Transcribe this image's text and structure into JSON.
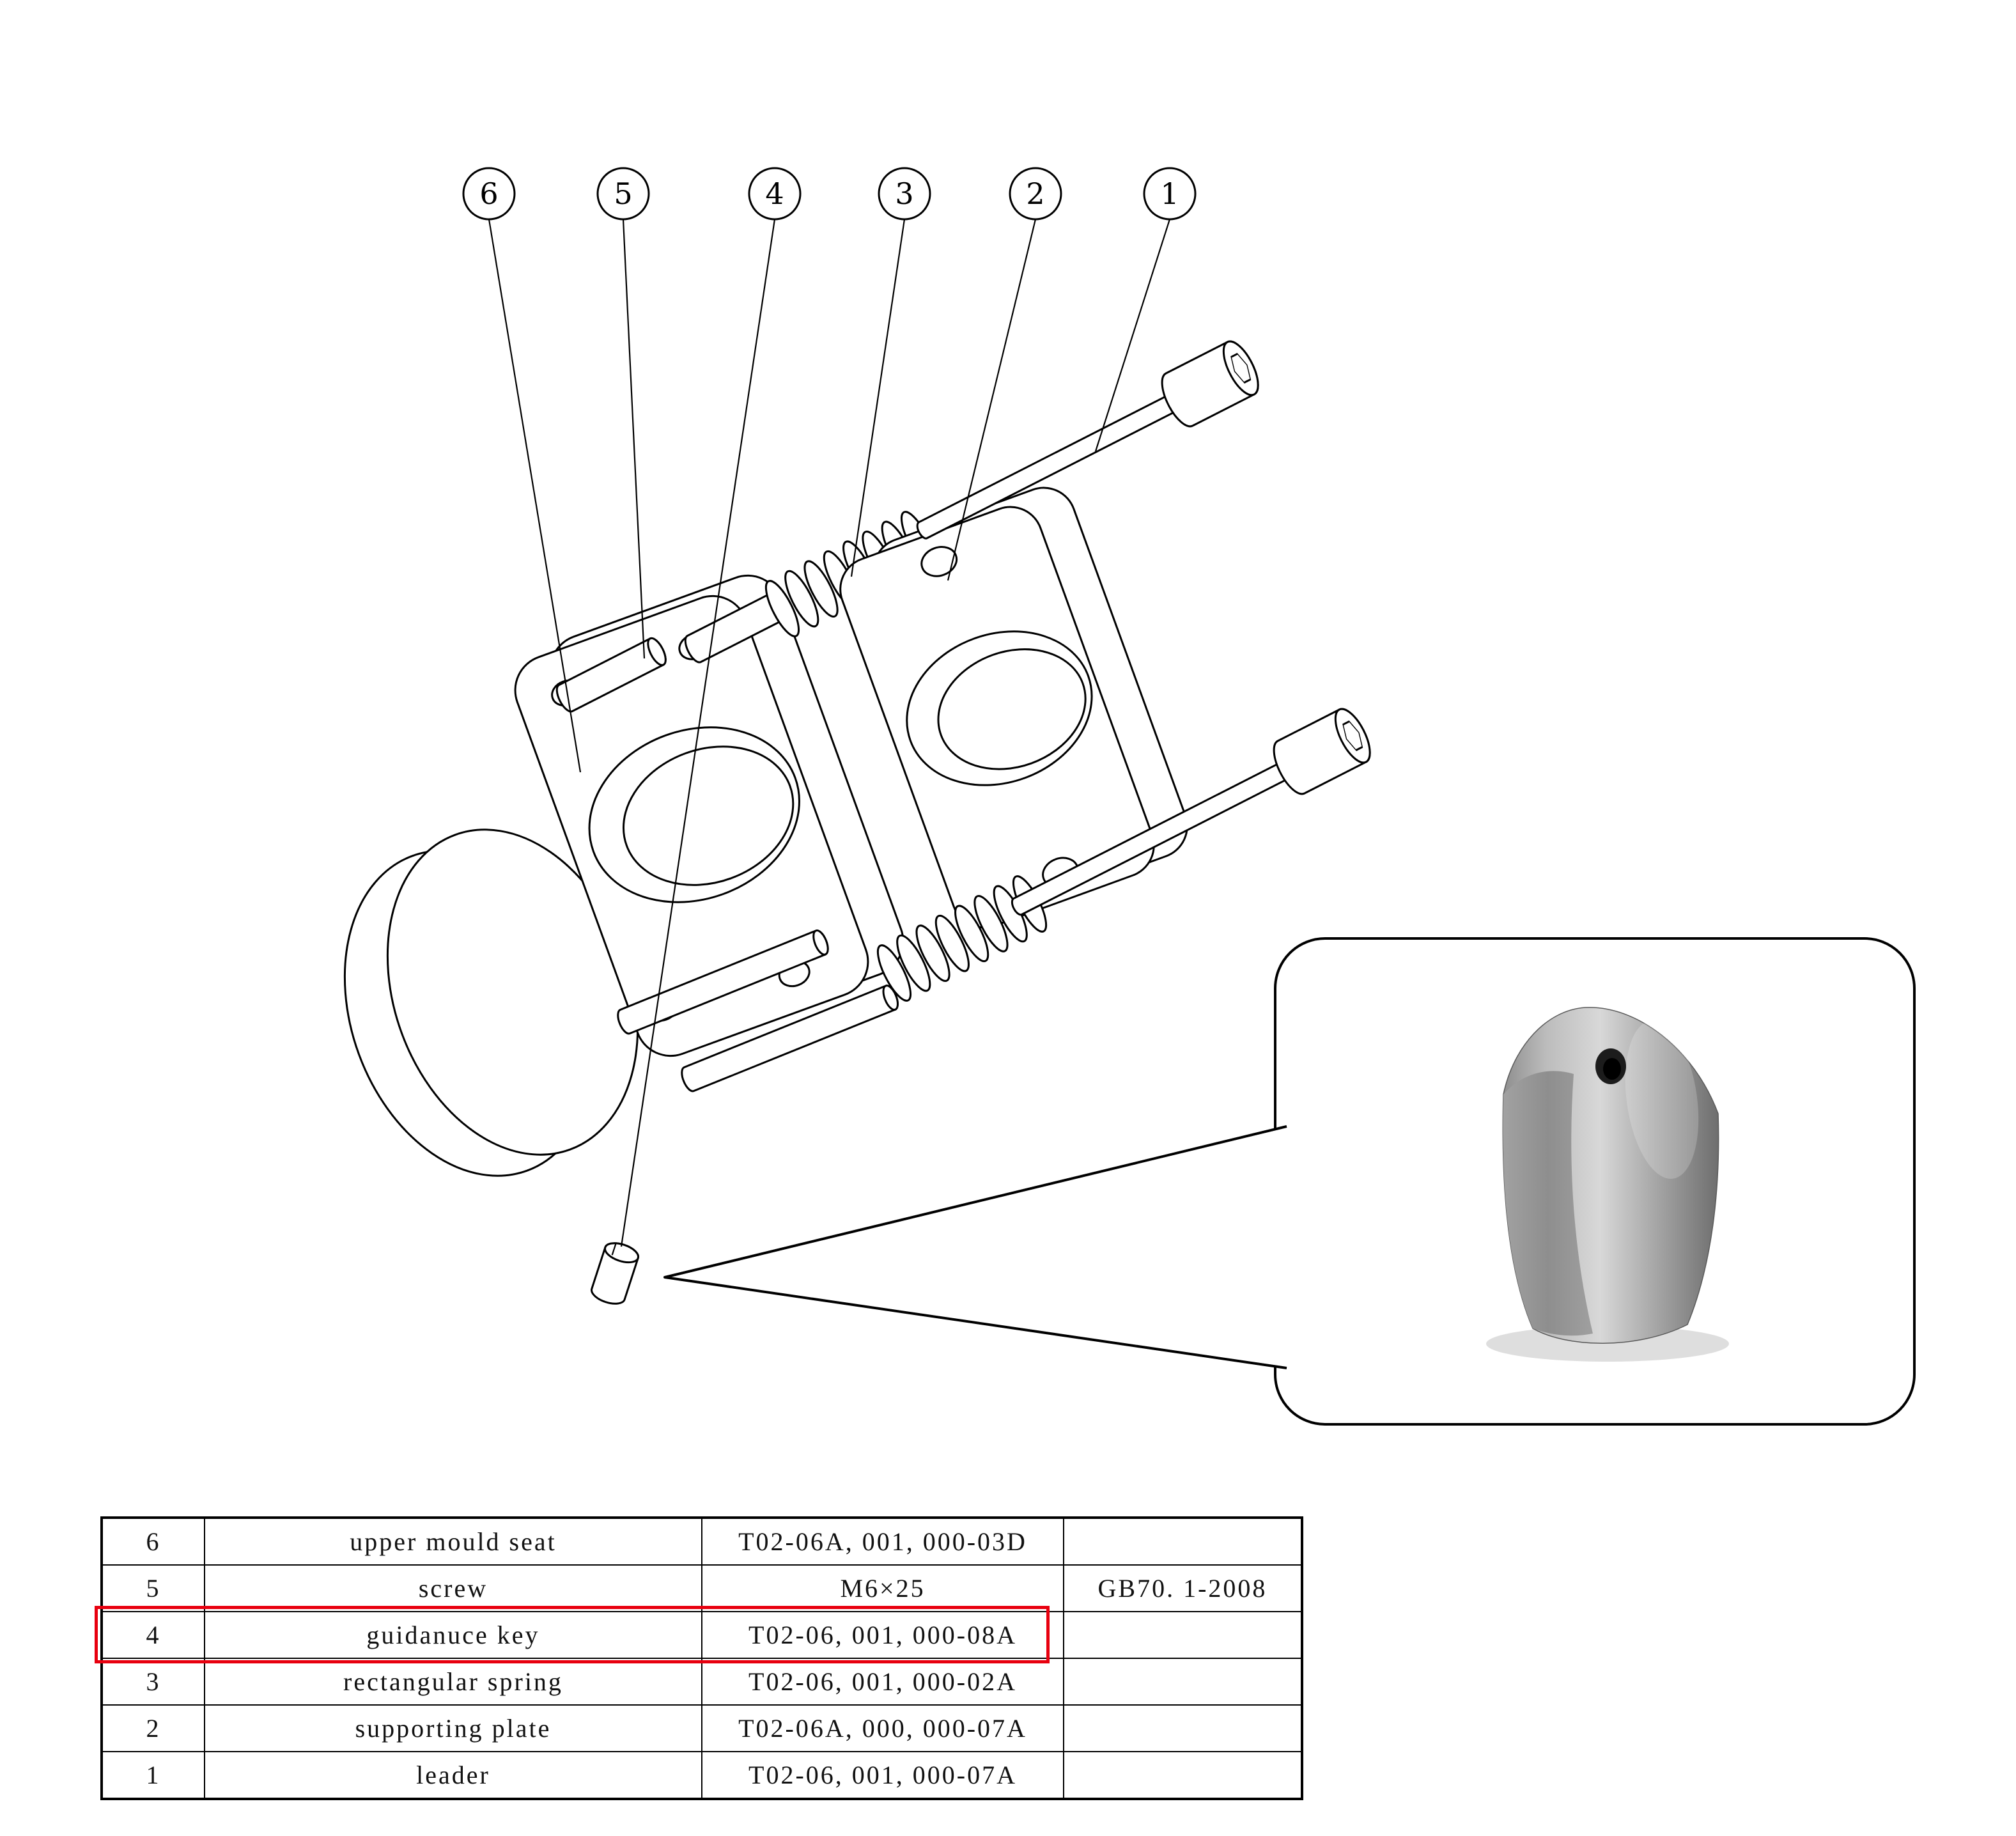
{
  "balloons": [
    "6",
    "5",
    "4",
    "3",
    "2",
    "1"
  ],
  "table": {
    "rows": [
      {
        "no": "6",
        "name": "upper mould seat",
        "code": "T02-06A, 001, 000-03D",
        "standard": ""
      },
      {
        "no": "5",
        "name": "screw",
        "code": "M6×25",
        "standard": "GB70. 1-2008"
      },
      {
        "no": "4",
        "name": "guidanuce key",
        "code": "T02-06, 001, 000-08A",
        "standard": ""
      },
      {
        "no": "3",
        "name": "rectangular spring",
        "code": "T02-06, 001, 000-02A",
        "standard": ""
      },
      {
        "no": "2",
        "name": "supporting plate",
        "code": "T02-06A, 000, 000-07A",
        "standard": ""
      },
      {
        "no": "1",
        "name": "leader",
        "code": "T02-06, 001, 000-07A",
        "standard": ""
      }
    ]
  },
  "colors": {
    "highlight_red": "#e8000f",
    "line": "#000000",
    "background": "#ffffff"
  }
}
